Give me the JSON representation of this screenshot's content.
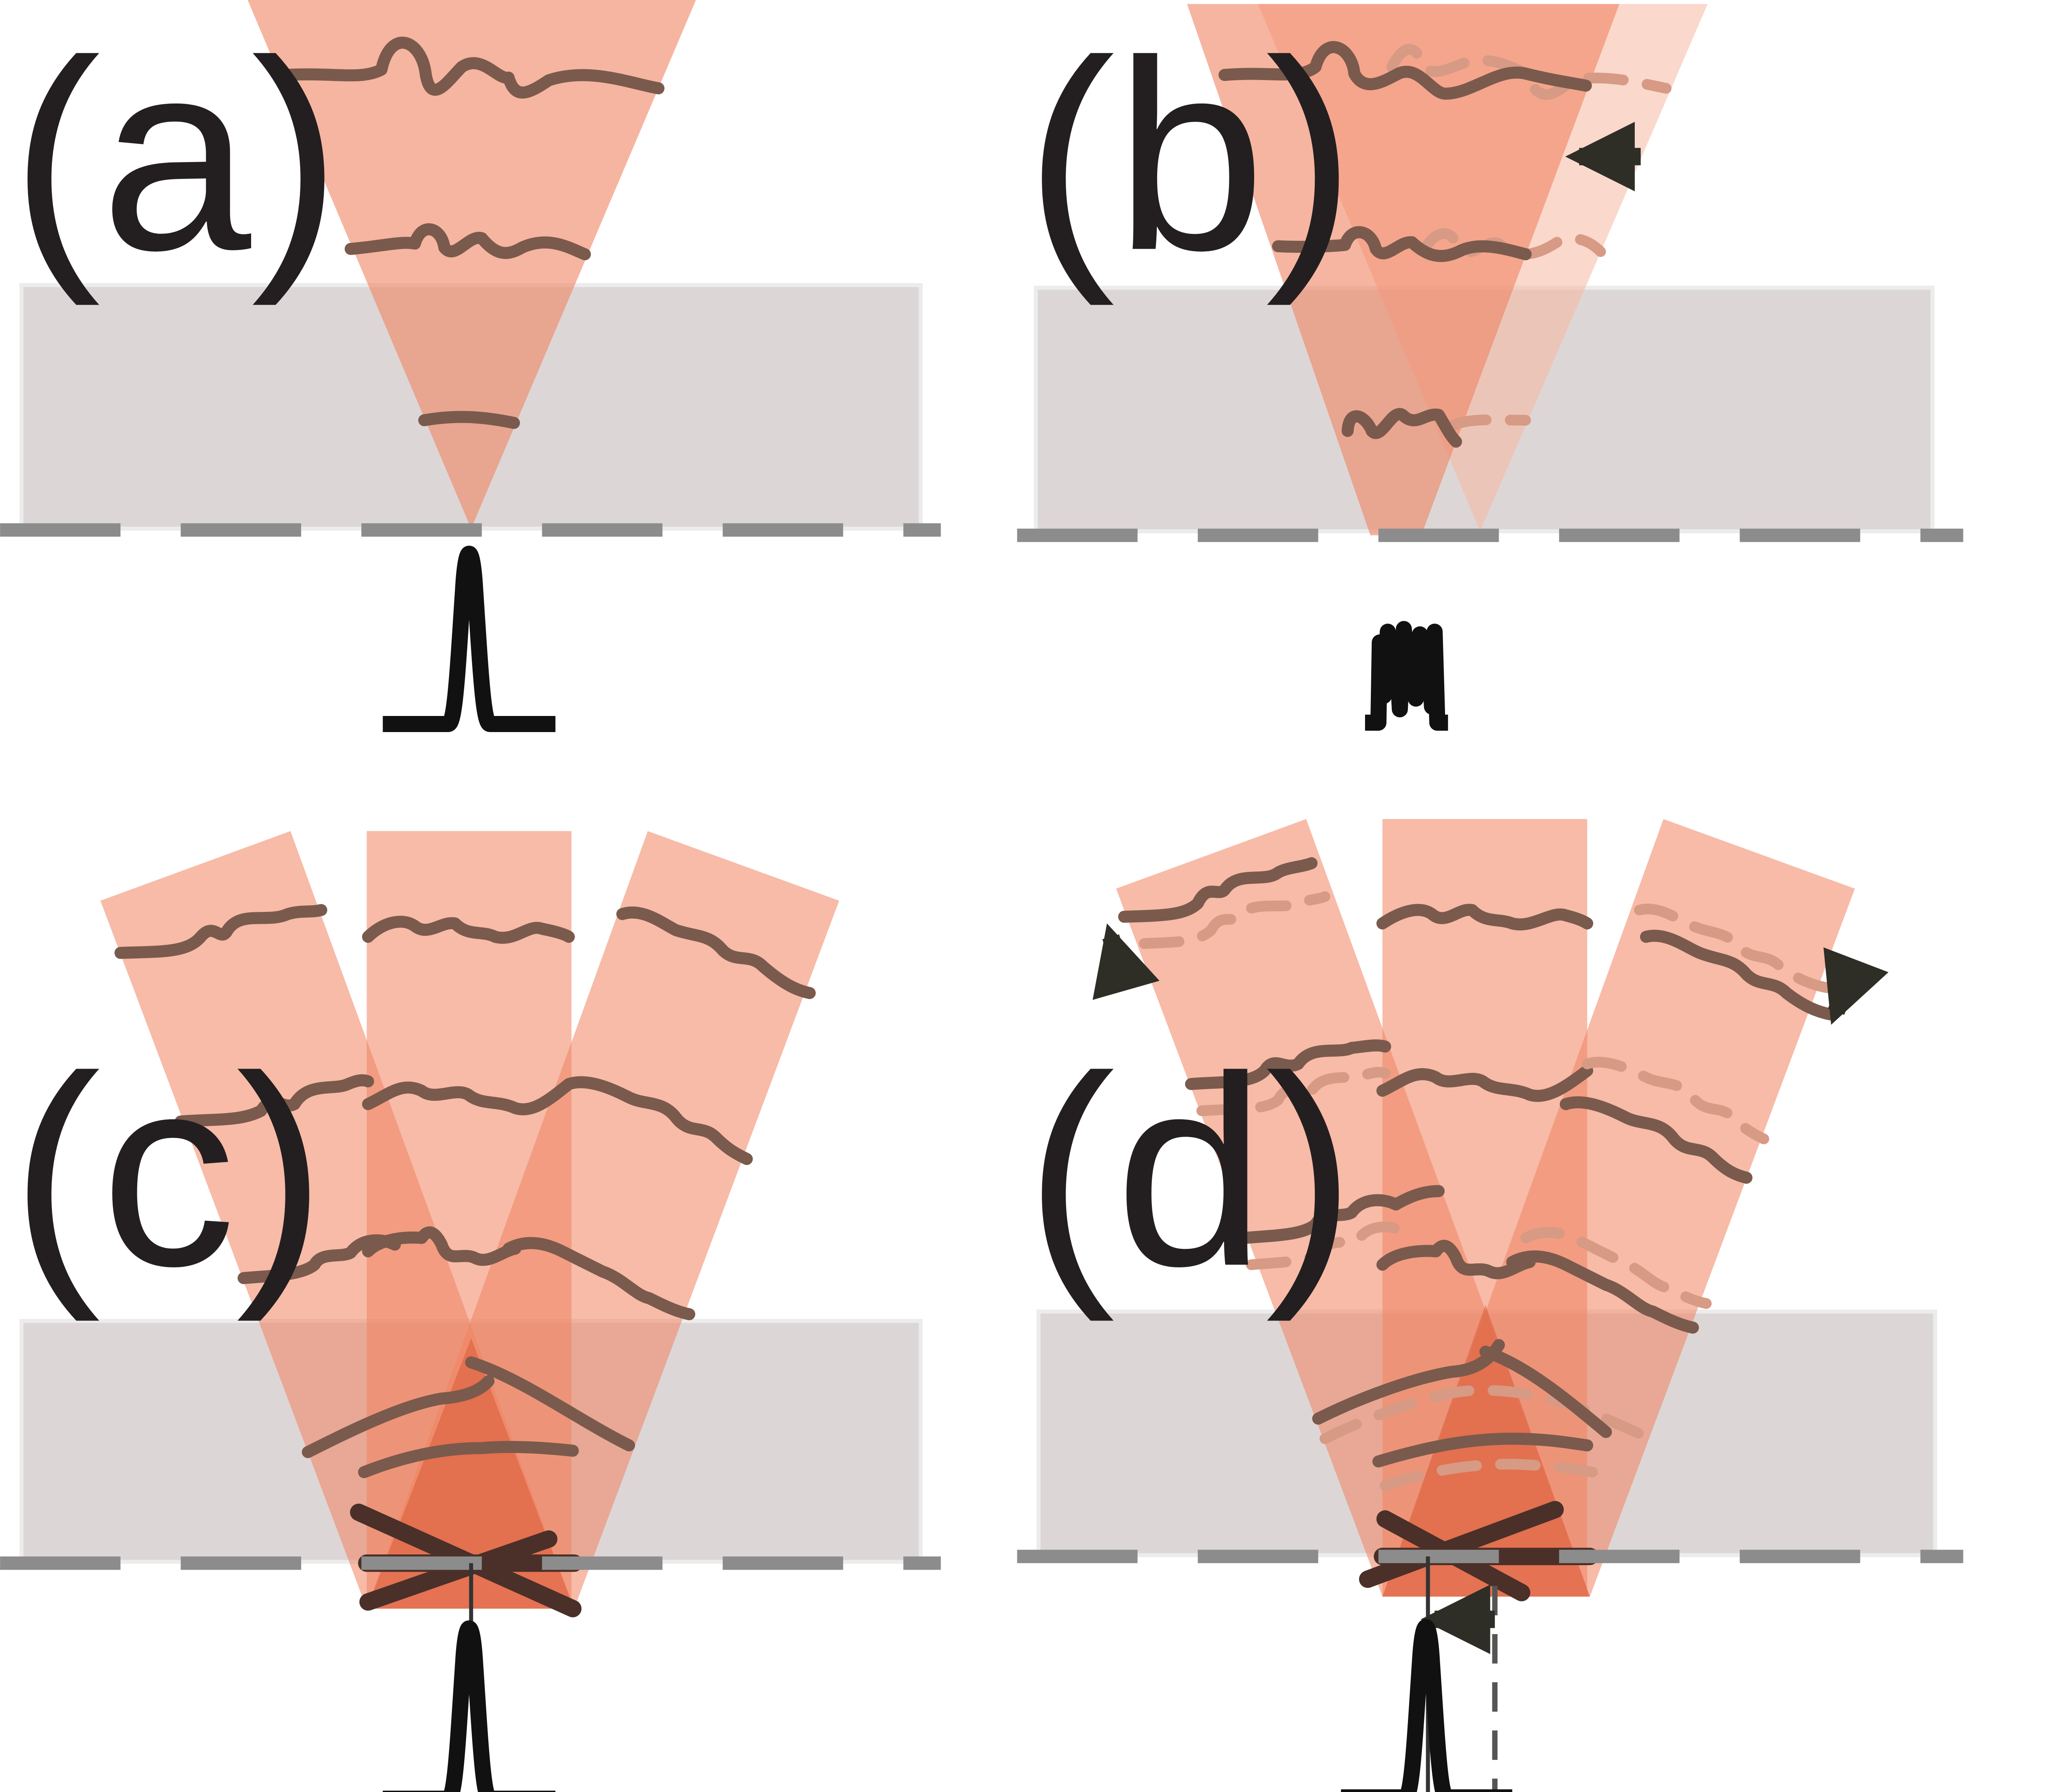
{
  "panels": [
    {
      "id": "a",
      "label": "(a)"
    },
    {
      "id": "b",
      "label": "(b)"
    },
    {
      "id": "c",
      "label": "(c)"
    },
    {
      "id": "d",
      "label": "(d)"
    }
  ],
  "colors": {
    "beam": "#f6ac92",
    "beam_overlap": "#ef7d5c",
    "beam_core": "#d54f2f",
    "beam_light": "#fbd3c5",
    "slab": "#ddd6d6",
    "slab_edge": "#ececec",
    "wavefront": "#7a5a4c",
    "baseline": "#8c8c8c"
  }
}
